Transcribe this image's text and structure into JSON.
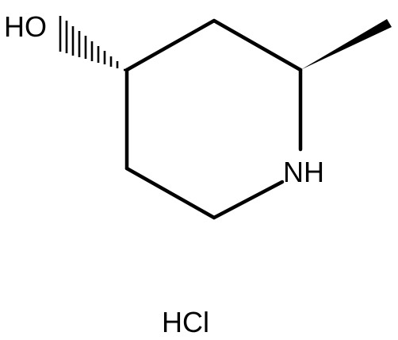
{
  "molecule": {
    "atoms": {
      "hydroxyl": "HO",
      "amine": "NH"
    },
    "salt": "HCl",
    "line_color": "#000000",
    "background_color": "#ffffff"
  }
}
